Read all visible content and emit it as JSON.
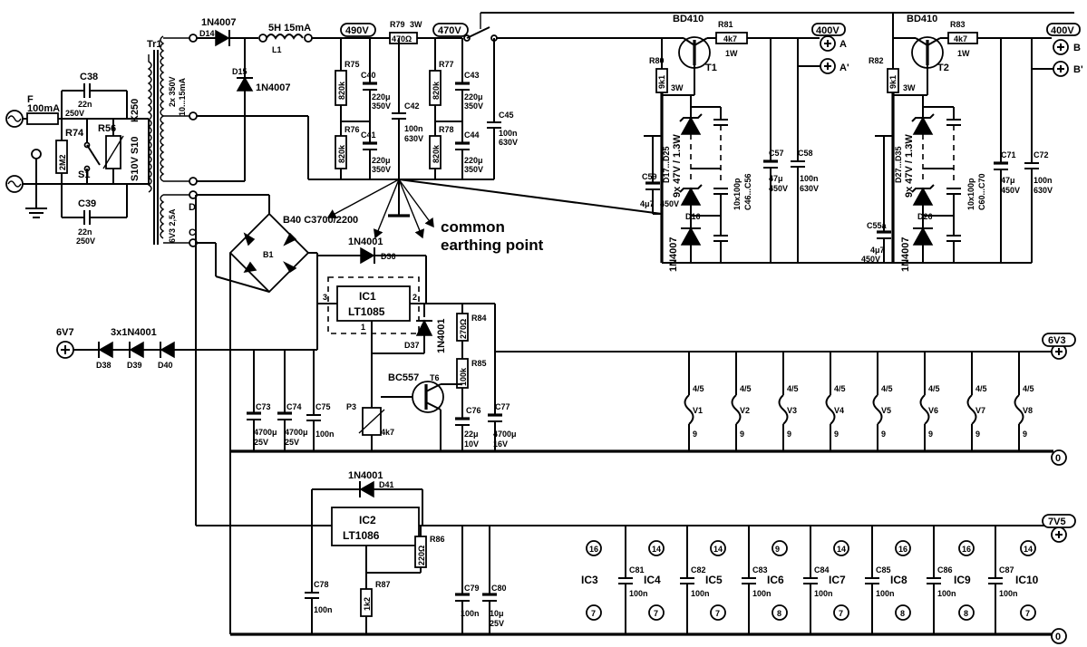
{
  "mains": {
    "fuse_label": "F",
    "fuse_value": "100mA",
    "switch_label": "S1"
  },
  "mains_filter": {
    "c38": "C38",
    "c38_value": "22n",
    "c38_voltage": "250V",
    "c39": "C39",
    "c39_value": "22n",
    "c39_voltage": "250V",
    "r74": "R74",
    "r74_value": "2M2",
    "r56": "R56",
    "r56_value": "S10V S10",
    "r56_type": "K250"
  },
  "transformer": {
    "name": "Tr1",
    "hv_winding": "2x 350V",
    "hv_current": "10...15mA",
    "lv_winding": "6V3 2,5A",
    "tap_d": "D",
    "tap_c": "C"
  },
  "hv_supply": {
    "d14": "D14",
    "d14_type": "1N4007",
    "d15": "D15",
    "d15_type": "1N4007",
    "choke_name": "L1",
    "choke_value": "5H 15mA",
    "node_490": "490V",
    "node_470": "470V",
    "r79": "R79",
    "r79_value": "3W",
    "r79_res": "470Ω",
    "r75": "R75",
    "r75_value": "820k",
    "r76": "R76",
    "r76_value": "820k",
    "r77": "R77",
    "r77_value": "820k",
    "r78": "R78",
    "r78_value": "820k",
    "c40": "C40",
    "c40_value": "220μ",
    "c40_voltage": "350V",
    "c41": "C41",
    "c41_value": "220μ",
    "c41_voltage": "350V",
    "c42": "C42",
    "c42_value": "100n",
    "c42_voltage": "630V",
    "c43": "C43",
    "c43_value": "220μ",
    "c43_voltage": "350V",
    "c44": "C44",
    "c44_value": "220μ",
    "c44_voltage": "350V",
    "c45": "C45",
    "c45_value": "100n",
    "c45_voltage": "630V",
    "earth_label_1": "common",
    "earth_label_2": "earthing point"
  },
  "reg_a": {
    "transistor": "BD410",
    "t_name": "T1",
    "r80": "R80",
    "r80_value": "9k1",
    "r80_power": "3W",
    "r81": "R81",
    "r81_value": "4k7",
    "r81_power": "1W",
    "zener_range": "D17...D25",
    "zener_spec": "9x 47V / 1.3W",
    "cap_range": "10x100p",
    "cap_range2": "C46...C56",
    "c57": "C57",
    "c57_value": "47μ",
    "c57_voltage": "450V",
    "c58": "C58",
    "c58_value": "100n",
    "c58_voltage": "630V",
    "c59": "C59",
    "c59_value": "4μ7",
    "c59_voltage": "450V",
    "d16": "D16",
    "d16_type": "1N4007",
    "out_voltage": "400V",
    "out_a": "A",
    "out_a2": "A'"
  },
  "reg_b": {
    "transistor": "BD410",
    "t_name": "T2",
    "r82": "R82",
    "r82_value": "9k1",
    "r82_power": "3W",
    "r83": "R83",
    "r83_value": "4k7",
    "r83_power": "1W",
    "zener_range": "D27...D35",
    "zener_spec": "9x 47V / 1.3W",
    "cap_range": "10x100p",
    "cap_range2": "C60...C70",
    "c71": "C71",
    "c71_value": "47μ",
    "c71_voltage": "450V",
    "c72": "C72",
    "c72_value": "100n",
    "c72_voltage": "630V",
    "c55a": "C55a",
    "c55a_value": "4μ7",
    "c55a_voltage": "450V",
    "d26": "D26",
    "d26_type": "1N4007",
    "out_voltage": "400V",
    "out_b": "B",
    "out_b2": "B'"
  },
  "lv_supply": {
    "bridge": "B40 C3700/2200",
    "bridge_name": "B1",
    "d36": "D36",
    "d36_type": "1N4001",
    "ic1": "IC1",
    "ic1_type": "LT1085",
    "pin1": "1",
    "pin2": "2",
    "pin3": "3",
    "d37": "D37",
    "d37_type": "1N4001",
    "r84": "R84",
    "r84_value": "270Ω",
    "r85": "R85",
    "r85_value": "100k",
    "t6": "T6",
    "t6_type": "BC557",
    "p3": "P3",
    "p3_value": "4k7",
    "c73": "C73",
    "c73_value": "4700μ",
    "c73_voltage": "25V",
    "c74": "C74",
    "c74_value": "4700μ",
    "c74_voltage": "25V",
    "c75": "C75",
    "c75_value": "100n",
    "c76": "C76",
    "c76_value": "22μ",
    "c76_voltage": "10V",
    "c77": "C77",
    "c77_value": "4700μ",
    "c77_voltage": "16V",
    "in_6v7": "6V7",
    "series_diodes": "3x1N4001",
    "d38": "D38",
    "d39": "D39",
    "d40": "D40",
    "out_6v3": "6V3",
    "out_0": "0"
  },
  "heaters": {
    "pins": "4/5",
    "pin9": "9",
    "tubes": [
      "V1",
      "V2",
      "V3",
      "V4",
      "V5",
      "V6",
      "V7",
      "V8"
    ]
  },
  "digital_supply": {
    "d41": "D41",
    "d41_type": "1N4001",
    "ic2": "IC2",
    "ic2_type": "LT1086",
    "r86": "R86",
    "r86_value": "220Ω",
    "r87": "R87",
    "r87_value": "1k2",
    "c78": "C78",
    "c78_value": "100n",
    "c79": "C79",
    "c79_value": "100n",
    "c80": "C80",
    "c80_value": "10μ",
    "c80_voltage": "25V",
    "out_7v5": "7V5",
    "out_0": "0"
  },
  "ics": {
    "top_pins": [
      "16",
      "14",
      "14",
      "9",
      "14",
      "16",
      "16",
      "14"
    ],
    "bottom_pins": [
      "7",
      "7",
      "7",
      "8",
      "7",
      "8",
      "8",
      "7"
    ],
    "names": [
      "IC3",
      "IC4",
      "IC5",
      "IC6",
      "IC7",
      "IC8",
      "IC9",
      "IC10"
    ],
    "caps": [
      "C81",
      "C82",
      "C83",
      "C84",
      "C85",
      "C86",
      "C87"
    ],
    "cap_value": "100n"
  }
}
